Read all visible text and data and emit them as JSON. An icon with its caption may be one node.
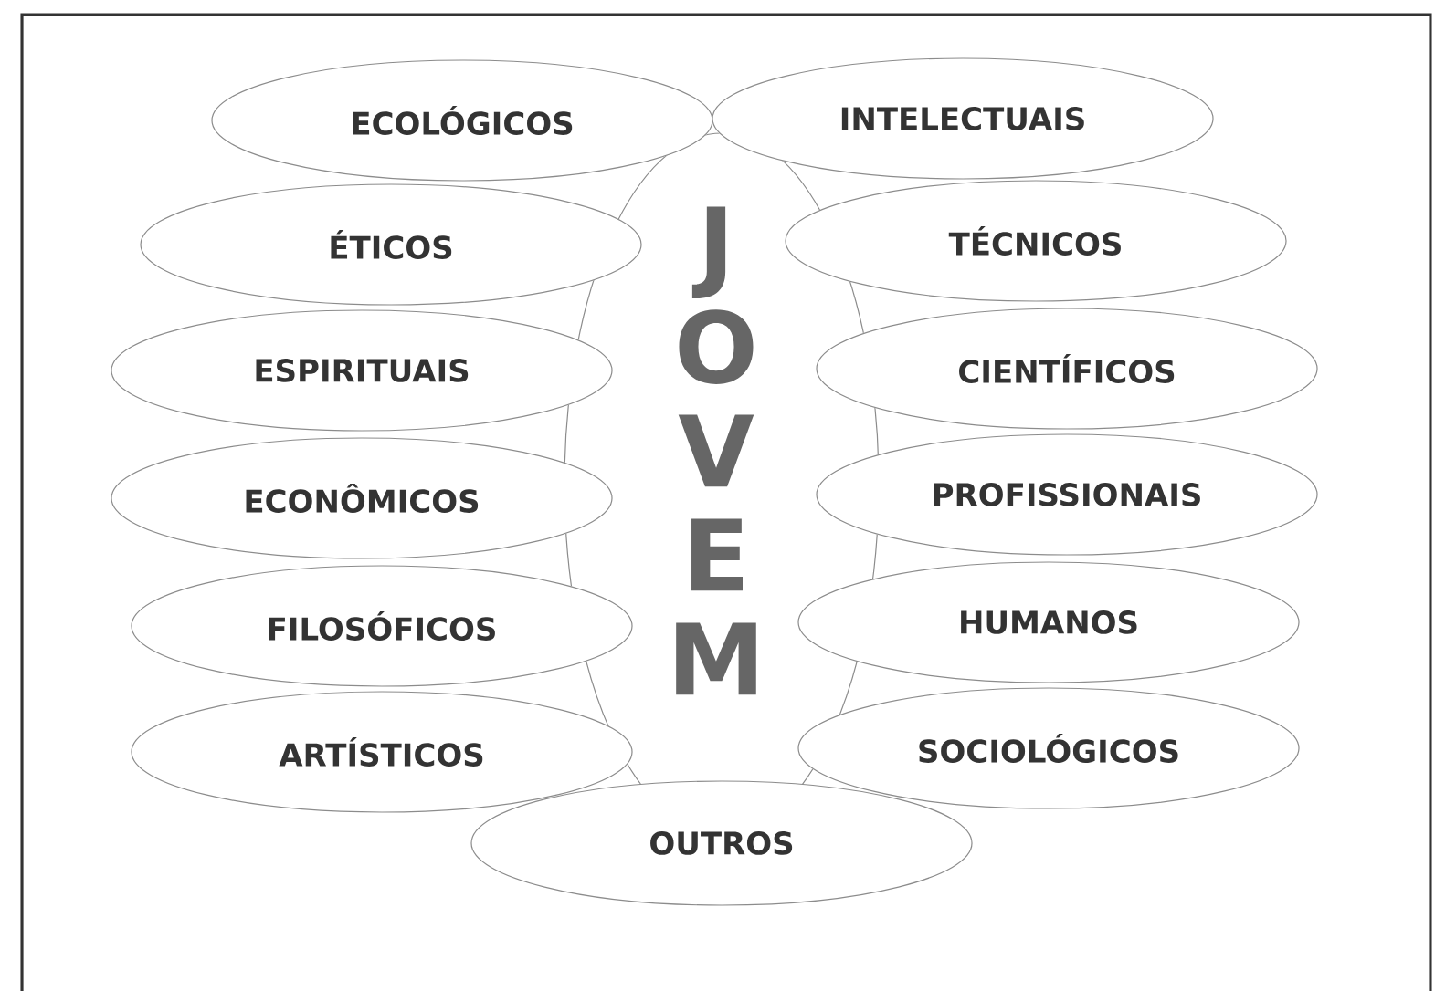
{
  "diagram": {
    "nodes": [
      {
        "text": [
          "JOVEM"
        ]
      },
      {
        "text": [
          "ECOLÓGICOS"
        ]
      },
      {
        "text": [
          "INTELECTUAIS"
        ]
      },
      {
        "text": [
          "ÉTICOS"
        ]
      },
      {
        "text": [
          "TÉCNICOS"
        ]
      },
      {
        "text": [
          "ESPIRITUAIS"
        ]
      },
      {
        "text": [
          "CIENTÍFICOS"
        ]
      },
      {
        "text": [
          "ECONÔMICOS"
        ]
      },
      {
        "text": [
          "PROFISSIONAIS"
        ]
      },
      {
        "text": [
          "FILOSÓFICOS"
        ]
      },
      {
        "text": [
          "HUMANOS"
        ]
      },
      {
        "text": [
          "ARTÍSTICOS"
        ]
      },
      {
        "text": [
          "SOCIOLÓGICOS"
        ]
      },
      {
        "text": [
          "OUTROS"
        ]
      }
    ]
  }
}
